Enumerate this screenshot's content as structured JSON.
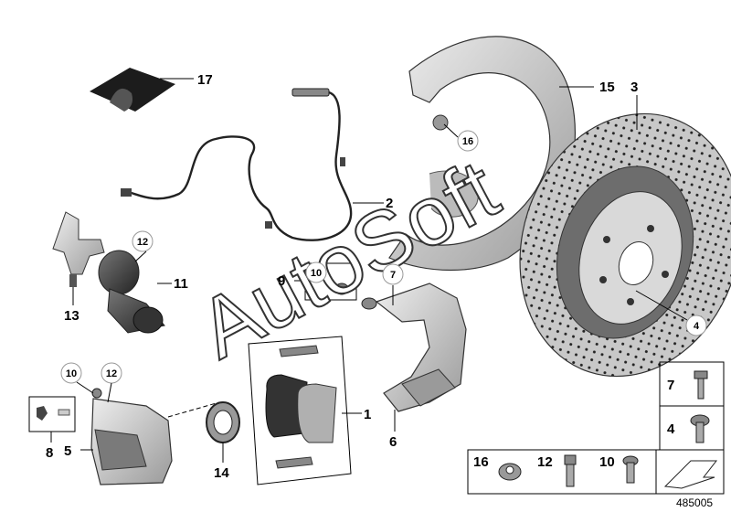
{
  "callouts": {
    "c1": "1",
    "c2": "2",
    "c3": "3",
    "c4": "4",
    "c5": "5",
    "c6": "6",
    "c7": "7",
    "c8": "8",
    "c9": "9",
    "c10": "10",
    "c11": "11",
    "c12": "12",
    "c13": "13",
    "c14": "14",
    "c15": "15",
    "c16": "16",
    "c17": "17"
  },
  "fastener_table": {
    "r1": "7",
    "r2": "4",
    "r3a": "16",
    "r3b": "12",
    "r3c": "10"
  },
  "watermark": "AutoSoft",
  "reference_number": "485005"
}
